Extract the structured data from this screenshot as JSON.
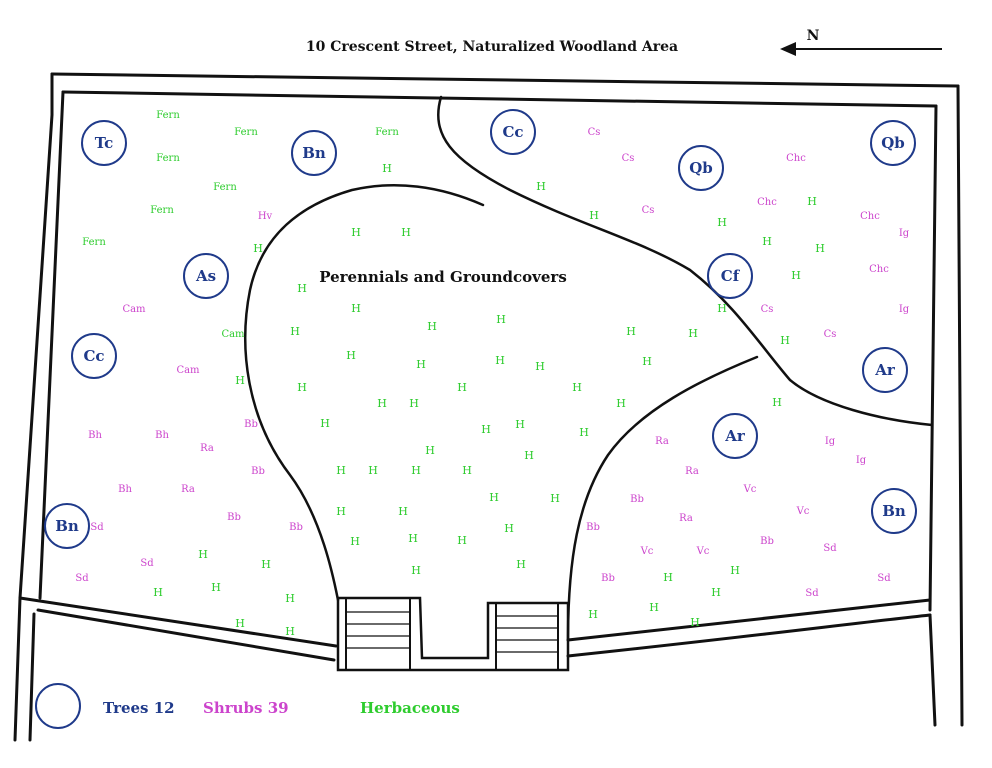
{
  "title": "10 Crescent Street, Naturalized Woodland Area",
  "north_label": "N",
  "center_label": "Perennials and Groundcovers",
  "colors": {
    "tree": "#1f3a8a",
    "shrub": "#cc44cc",
    "herb": "#2ecc2e",
    "line": "#111111"
  },
  "legend": {
    "trees": "Trees 12",
    "shrubs": "Shrubs 39",
    "herbaceous": "Herbaceous"
  },
  "trees": [
    {
      "label": "Tc"
    },
    {
      "label": "Bn"
    },
    {
      "label": "Cc"
    },
    {
      "label": "Qb"
    },
    {
      "label": "Qb"
    },
    {
      "label": "As"
    },
    {
      "label": "Cf"
    },
    {
      "label": "Cc"
    },
    {
      "label": "Ar"
    },
    {
      "label": "Ar"
    },
    {
      "label": "Bn"
    },
    {
      "label": "Bn"
    }
  ],
  "plants": [
    {
      "t": "Fern",
      "c": "herb"
    },
    {
      "t": "Fern",
      "c": "herb"
    },
    {
      "t": "Fern",
      "c": "herb"
    },
    {
      "t": "Fern",
      "c": "herb"
    },
    {
      "t": "Fern",
      "c": "herb"
    },
    {
      "t": "Fern",
      "c": "herb"
    },
    {
      "t": "Fern",
      "c": "herb"
    },
    {
      "t": "H",
      "c": "herb"
    },
    {
      "t": "Hv",
      "c": "shrub"
    },
    {
      "t": "H",
      "c": "herb"
    },
    {
      "t": "Cam",
      "c": "shrub"
    },
    {
      "t": "Cam",
      "c": "herb"
    },
    {
      "t": "Cam",
      "c": "shrub"
    },
    {
      "t": "H",
      "c": "herb"
    },
    {
      "t": "Bh",
      "c": "shrub"
    },
    {
      "t": "Bh",
      "c": "shrub"
    },
    {
      "t": "Ra",
      "c": "shrub"
    },
    {
      "t": "Bb",
      "c": "shrub"
    },
    {
      "t": "Bb",
      "c": "shrub"
    },
    {
      "t": "Bh",
      "c": "shrub"
    },
    {
      "t": "Ra",
      "c": "shrub"
    },
    {
      "t": "Bb",
      "c": "shrub"
    },
    {
      "t": "Bb",
      "c": "shrub"
    },
    {
      "t": "Sd",
      "c": "shrub"
    },
    {
      "t": "Sd",
      "c": "shrub"
    },
    {
      "t": "Sd",
      "c": "shrub"
    },
    {
      "t": "H",
      "c": "herb"
    },
    {
      "t": "H",
      "c": "herb"
    },
    {
      "t": "H",
      "c": "herb"
    },
    {
      "t": "H",
      "c": "herb"
    },
    {
      "t": "H",
      "c": "herb"
    },
    {
      "t": "H",
      "c": "herb"
    },
    {
      "t": "H",
      "c": "herb"
    },
    {
      "t": "Cs",
      "c": "shrub"
    },
    {
      "t": "Cs",
      "c": "shrub"
    },
    {
      "t": "Cs",
      "c": "shrub"
    },
    {
      "t": "Chc",
      "c": "shrub"
    },
    {
      "t": "Chc",
      "c": "shrub"
    },
    {
      "t": "Chc",
      "c": "shrub"
    },
    {
      "t": "Ig",
      "c": "shrub"
    },
    {
      "t": "Chc",
      "c": "shrub"
    },
    {
      "t": "Ig",
      "c": "shrub"
    },
    {
      "t": "Cs",
      "c": "shrub"
    },
    {
      "t": "Cs",
      "c": "shrub"
    },
    {
      "t": "H",
      "c": "herb"
    },
    {
      "t": "H",
      "c": "herb"
    },
    {
      "t": "H",
      "c": "herb"
    },
    {
      "t": "H",
      "c": "herb"
    },
    {
      "t": "H",
      "c": "herb"
    },
    {
      "t": "H",
      "c": "herb"
    },
    {
      "t": "H",
      "c": "herb"
    },
    {
      "t": "H",
      "c": "herb"
    },
    {
      "t": "H",
      "c": "herb"
    },
    {
      "t": "Ra",
      "c": "shrub"
    },
    {
      "t": "Ig",
      "c": "shrub"
    },
    {
      "t": "Ig",
      "c": "shrub"
    },
    {
      "t": "Ra",
      "c": "shrub"
    },
    {
      "t": "Vc",
      "c": "shrub"
    },
    {
      "t": "Bb",
      "c": "shrub"
    },
    {
      "t": "Ra",
      "c": "shrub"
    },
    {
      "t": "Vc",
      "c": "shrub"
    },
    {
      "t": "Bb",
      "c": "shrub"
    },
    {
      "t": "Vc",
      "c": "shrub"
    },
    {
      "t": "Bb",
      "c": "shrub"
    },
    {
      "t": "Vc",
      "c": "shrub"
    },
    {
      "t": "Sd",
      "c": "shrub"
    },
    {
      "t": "Bb",
      "c": "shrub"
    },
    {
      "t": "Sd",
      "c": "shrub"
    },
    {
      "t": "Sd",
      "c": "shrub"
    },
    {
      "t": "H",
      "c": "herb"
    },
    {
      "t": "H",
      "c": "herb"
    },
    {
      "t": "H",
      "c": "herb"
    },
    {
      "t": "H",
      "c": "herb"
    },
    {
      "t": "H",
      "c": "herb"
    },
    {
      "t": "H",
      "c": "herb"
    },
    {
      "t": "H",
      "c": "herb"
    },
    {
      "t": "H",
      "c": "herb"
    },
    {
      "t": "H",
      "c": "herb"
    },
    {
      "t": "H",
      "c": "herb"
    },
    {
      "t": "H",
      "c": "herb"
    },
    {
      "t": "H",
      "c": "herb"
    },
    {
      "t": "H",
      "c": "herb"
    },
    {
      "t": "H",
      "c": "herb"
    },
    {
      "t": "H",
      "c": "herb"
    },
    {
      "t": "H",
      "c": "herb"
    },
    {
      "t": "H",
      "c": "herb"
    },
    {
      "t": "H",
      "c": "herb"
    },
    {
      "t": "H",
      "c": "herb"
    },
    {
      "t": "H",
      "c": "herb"
    },
    {
      "t": "H",
      "c": "herb"
    },
    {
      "t": "H",
      "c": "herb"
    },
    {
      "t": "H",
      "c": "herb"
    },
    {
      "t": "H",
      "c": "herb"
    },
    {
      "t": "H",
      "c": "herb"
    },
    {
      "t": "H",
      "c": "herb"
    },
    {
      "t": "H",
      "c": "herb"
    },
    {
      "t": "H",
      "c": "herb"
    },
    {
      "t": "H",
      "c": "herb"
    },
    {
      "t": "H",
      "c": "herb"
    },
    {
      "t": "H",
      "c": "herb"
    },
    {
      "t": "H",
      "c": "herb"
    },
    {
      "t": "H",
      "c": "herb"
    },
    {
      "t": "H",
      "c": "herb"
    },
    {
      "t": "H",
      "c": "herb"
    },
    {
      "t": "H",
      "c": "herb"
    },
    {
      "t": "H",
      "c": "herb"
    },
    {
      "t": "H",
      "c": "herb"
    },
    {
      "t": "H",
      "c": "herb"
    },
    {
      "t": "H",
      "c": "herb"
    },
    {
      "t": "H",
      "c": "herb"
    },
    {
      "t": "H",
      "c": "herb"
    },
    {
      "t": "H",
      "c": "herb"
    },
    {
      "t": "H",
      "c": "herb"
    },
    {
      "t": "H",
      "c": "herb"
    },
    {
      "t": "H",
      "c": "herb"
    },
    {
      "t": "H",
      "c": "herb"
    },
    {
      "t": "H",
      "c": "herb"
    },
    {
      "t": "H",
      "c": "herb"
    },
    {
      "t": "H",
      "c": "herb"
    },
    {
      "t": "H",
      "c": "herb"
    },
    {
      "t": "H",
      "c": "herb"
    },
    {
      "t": "H",
      "c": "herb"
    }
  ]
}
